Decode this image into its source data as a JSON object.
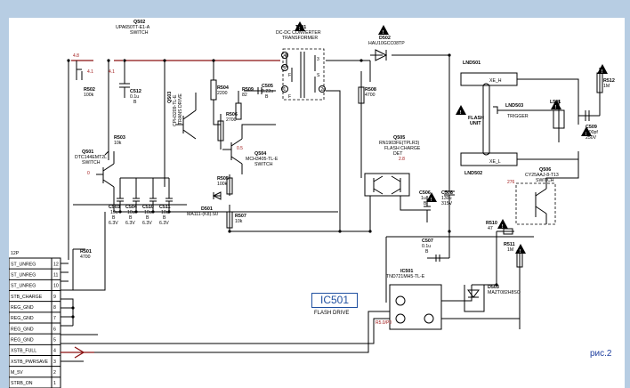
{
  "connector": {
    "name": "12P",
    "pins": [
      {
        "num": "12",
        "signal": "ST_UNREG"
      },
      {
        "num": "11",
        "signal": "ST_UNREG"
      },
      {
        "num": "10",
        "signal": "ST_UNREG"
      },
      {
        "num": "9",
        "signal": "STB_CHARGE"
      },
      {
        "num": "8",
        "signal": "REG_GND"
      },
      {
        "num": "7",
        "signal": "REG_GND"
      },
      {
        "num": "6",
        "signal": "REG_GND"
      },
      {
        "num": "5",
        "signal": "REG_GND"
      },
      {
        "num": "4",
        "signal": "XSTB_FULL"
      },
      {
        "num": "3",
        "signal": "XSTB_PWRSAVE"
      },
      {
        "num": "2",
        "signal": "M_5V"
      },
      {
        "num": "1",
        "signal": "STRB_ON"
      }
    ]
  },
  "parts": {
    "q502": {
      "ref": "Q502",
      "part": "UPA650TT-E1-A",
      "func": "SWITCH"
    },
    "q501": {
      "ref": "Q501",
      "part": "DTC144EMT2L",
      "func": "SWITCH"
    },
    "q503": {
      "ref": "Q503",
      "part": "CPH3209-TL-E",
      "func": "TRANS DRIVE"
    },
    "q504": {
      "ref": "Q504",
      "part": "MCH3405-TL-E",
      "func": "SWITCH"
    },
    "q505": {
      "ref": "Q505",
      "part": "RN1903FE(TPLR3)",
      "func": "FLASH CHARGE",
      "det": "DET"
    },
    "q506": {
      "ref": "Q506",
      "part": "CY25AAJ-8-T13",
      "func": "SWITCH"
    },
    "t501": {
      "ref": "T501",
      "l1": "DC-DC CONVERTER",
      "l2": "TRANSFORMER"
    },
    "d502": {
      "ref": "D502",
      "part": "HAU10GCC08TP"
    },
    "d501": {
      "ref": "D501",
      "part": "MA111-(K8).S0"
    },
    "d503": {
      "ref": "D503",
      "part": "MAZT082H8SO"
    },
    "ic501": {
      "ref": "IC501",
      "part": "TND721MH5-TL-E",
      "func": "FLASH DRIVE"
    },
    "flash": {
      "l1": "FLASH",
      "l2": "UNIT"
    },
    "lnd501": "LND501",
    "lnd502": "LND502",
    "lnd503": "LND503",
    "xe_h": "XE_H",
    "xe_l": "XE_L",
    "trigger": "TRIGGER",
    "l501": "L501"
  },
  "passives": {
    "r502": {
      "ref": "R502",
      "val": "100k"
    },
    "c512": {
      "ref": "C512",
      "val": "0.1u",
      "v": "B"
    },
    "r503": {
      "ref": "R503",
      "val": "10k"
    },
    "r504": {
      "ref": "R504",
      "val": "2200"
    },
    "r506": {
      "ref": "R506",
      "val": "2700"
    },
    "c505": {
      "ref": "C505",
      "val": "0.22u",
      "v": "B"
    },
    "r509": {
      "ref": "R509",
      "val": "82"
    },
    "r505": {
      "ref": "R505",
      "val": "100k"
    },
    "r507": {
      "ref": "R507",
      "val": "10k"
    },
    "r508": {
      "ref": "R508",
      "val": "4700"
    },
    "r501": {
      "ref": "R501",
      "val": "4700"
    },
    "c503": {
      "ref": "C503",
      "val": "10u",
      "t": "B",
      "v": "6.3V"
    },
    "c504": {
      "ref": "C504",
      "val": "10u",
      "t": "B",
      "v": "6.3V"
    },
    "c510": {
      "ref": "C510",
      "val": "10u",
      "t": "B",
      "v": "6.3V"
    },
    "c511": {
      "ref": "C511",
      "val": "10u",
      "t": "B",
      "v": "6.3V"
    },
    "c506": {
      "ref": "C506",
      "val": "1u",
      "t": "B"
    },
    "c508": {
      "ref": "C508",
      "val": "130u",
      "v": "315V"
    },
    "c507": {
      "ref": "C507",
      "val": "0.1u",
      "t": "B"
    },
    "r510": {
      "ref": "R510",
      "val": "47"
    },
    "r511": {
      "ref": "R511",
      "val": "1M"
    },
    "r512": {
      "ref": "R512",
      "val": "1M"
    },
    "c509": {
      "ref": "C509",
      "val": "4700pf",
      "v": "250V"
    }
  },
  "voltages": [
    "4.8",
    "4.1",
    "4.1",
    "0",
    "0.5",
    "2.8",
    "276",
    "R5.0/P0"
  ],
  "figure": {
    "ic_box": "IC501",
    "ic_caption": "FLASH DRIVE",
    "fig_label": "рис.2"
  },
  "colors": {
    "background": "#b7cde3",
    "sheet": "#ffffff",
    "accent": "#2050a0",
    "trace": "#8a1010"
  }
}
